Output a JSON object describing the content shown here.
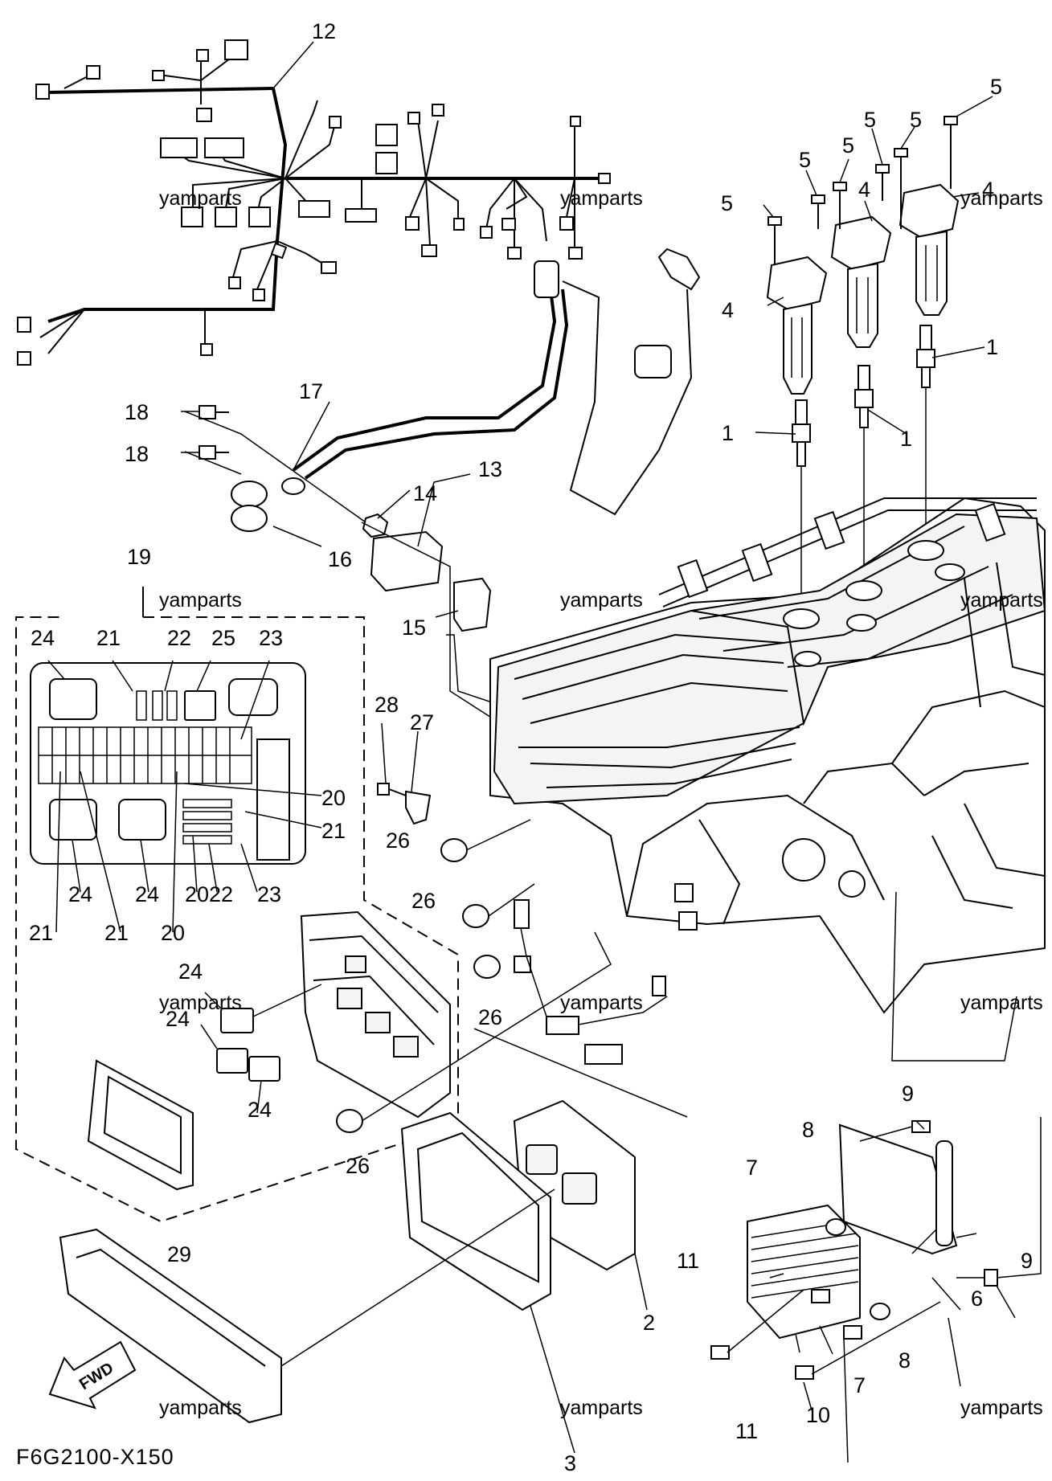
{
  "diagram_code": "F6G2100-X150",
  "watermark": "yamparts",
  "direction_label": "FWD",
  "callouts": [
    "1",
    "2",
    "3",
    "4",
    "5",
    "6",
    "7",
    "8",
    "9",
    "10",
    "11",
    "12",
    "13",
    "14",
    "15",
    "16",
    "17",
    "18",
    "19",
    "20",
    "21",
    "22",
    "23",
    "24",
    "25",
    "26",
    "27",
    "28",
    "29"
  ]
}
